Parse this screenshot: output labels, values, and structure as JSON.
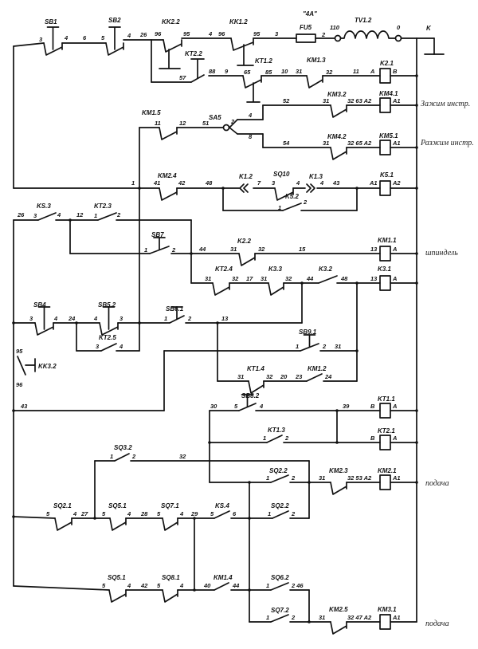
{
  "diagram": {
    "line_color": "#111111",
    "background": "#ffffff",
    "components": [
      "SB1",
      "SB2",
      "KK2.2",
      "KK1.2",
      "\"4A\"",
      "FU5",
      "TV1.2",
      "K",
      "KT2.2",
      "KT1.2",
      "KM1.3",
      "K2.1",
      "KM3.2",
      "KM4.1",
      "KM1.5",
      "SA5",
      "KM4.2",
      "KM5.1",
      "KM2.4",
      "K1.2",
      "SQ10",
      "K1.3",
      "K5.1",
      "K5.2",
      "KS.3",
      "KT2.3",
      "SB7",
      "K2.2",
      "KM1.1",
      "KT2.4",
      "K3.3",
      "K3.2",
      "K3.1",
      "SB4",
      "SB5.2",
      "SB6.1",
      "KT2.5",
      "SB9.1",
      "KK3.2",
      "KT1.4",
      "KM1.2",
      "SB8.2",
      "KT1.1",
      "KT1.3",
      "KT2.1",
      "SQ3.2",
      "KM2.3",
      "KM2.1",
      "SQ2.1",
      "SQ5.1",
      "SQ7.1",
      "KS.4",
      "SQ2.2",
      "SQ2.2",
      "SQ5.1",
      "SQ8.1",
      "KM1.4",
      "SQ6.2",
      "SQ7.2",
      "KM2.5",
      "KM3.1"
    ],
    "wire_numbers": [
      "3",
      "4",
      "6",
      "5",
      "4",
      "26",
      "96",
      "95",
      "4",
      "96",
      "95",
      "3",
      "2",
      "110",
      "0",
      "57",
      "88",
      "9",
      "65",
      "85",
      "10",
      "31",
      "32",
      "11",
      "A",
      "B",
      "4",
      "52",
      "31",
      "32 63 A2",
      "A1",
      "11",
      "12",
      "51",
      "2",
      "8",
      "54",
      "31",
      "32 65 A2",
      "A1",
      "1",
      "41",
      "42",
      "48",
      "7",
      "3",
      "4",
      "4",
      "43",
      "A1",
      "A2",
      "1",
      "2",
      "26",
      "3",
      "4",
      "12",
      "1",
      "2",
      "1",
      "2",
      "44",
      "31",
      "32",
      "15",
      "13",
      "A",
      "31",
      "32",
      "17",
      "31",
      "32",
      "44",
      "48",
      "13",
      "A",
      "3",
      "4",
      "24",
      "4",
      "3",
      "1",
      "2",
      "13",
      "3",
      "4",
      "1",
      "2",
      "31",
      "95",
      "96",
      "43",
      "31",
      "32",
      "20",
      "23",
      "24",
      "30",
      "5",
      "4",
      "39",
      "B",
      "A",
      "1",
      "2",
      "B",
      "A",
      "1",
      "2",
      "32",
      "1",
      "2",
      "31",
      "32 53 A2",
      "A1",
      "5",
      "4",
      "27",
      "5",
      "4",
      "28",
      "5",
      "4",
      "29",
      "5",
      "6",
      "1",
      "2",
      "5",
      "4",
      "42",
      "5",
      "4",
      "40",
      "44",
      "1",
      "2 46",
      "1",
      "2",
      "31",
      "32 47 A2",
      "A1"
    ],
    "notes": [
      "Зажим инстр.",
      "Разжим инстр.",
      "шпиндель",
      "подача",
      "подача"
    ]
  }
}
